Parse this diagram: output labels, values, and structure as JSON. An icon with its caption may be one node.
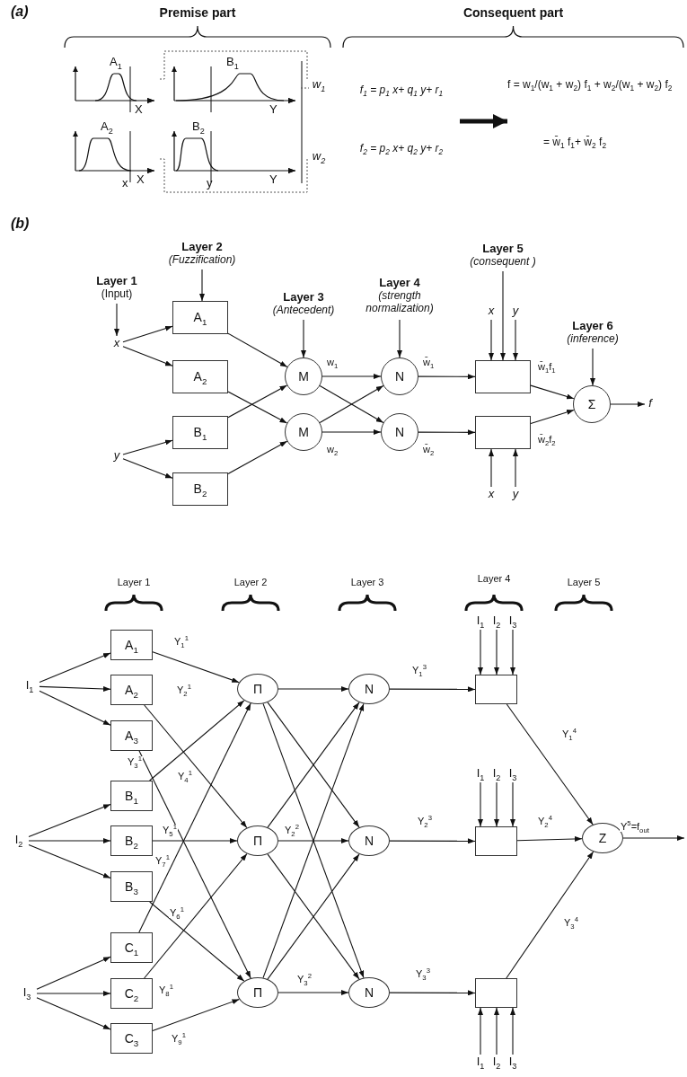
{
  "diagram": {
    "nodes": [
      {
        "text": [
          "Premise part"
        ]
      },
      {
        "text": [
          "A$_{1}$",
          "X"
        ],
        "in": 0
      },
      {
        "text": [
          "B$_{1}$",
          "Y"
        ],
        "in": 0
      },
      {
        "text": [
          "A$_{2}$",
          "x",
          "X"
        ],
        "in": 0
      },
      {
        "text": [
          "B$_{2}$",
          "y",
          "Y"
        ],
        "in": 0
      },
      {
        "text": [
          "w$_{1}$"
        ],
        "in": 0
      },
      {
        "text": [
          "w$_{2}$"
        ],
        "in": 0
      },
      {
        "text": [
          "Consequent part"
        ]
      },
      {
        "text": [
          "f$_{1}$ = p$_{1}$ x+ q$_{1}$ y+ r$_{1}$"
        ],
        "in": 7
      },
      {
        "text": [
          "f$_{2}$ = p$_{2}$ x+ q$_{2}$ y+ r$_{2}$"
        ],
        "in": 7
      },
      {
        "text": [
          "f = w$_{1}$/(w$_{1}$ + w$_{2}$) f$_{1}$ + w$_{2}$/(w$_{1}$ + w$_{2}$) f$_{2}$",
          "= w̄$_{1}$ f$_{1}$+ w̄$_{2}$ f$_{2}$"
        ],
        "in": 7
      },
      {
        "text": [
          "Layer 1",
          "(Input)"
        ]
      },
      {
        "text": [
          "x"
        ]
      },
      {
        "text": [
          "y"
        ]
      },
      {
        "text": [
          "Layer 2",
          "(Fuzzification)"
        ]
      },
      {
        "text": [
          "A$_{1}$"
        ]
      },
      {
        "text": [
          "A$_{2}$"
        ]
      },
      {
        "text": [
          "B$_{1}$"
        ]
      },
      {
        "text": [
          "B$_{2}$"
        ]
      },
      {
        "text": [
          "Layer 3",
          "(Antecedent)"
        ]
      },
      {
        "text": [
          "M"
        ]
      },
      {
        "text": [
          "M"
        ]
      },
      {
        "text": [
          "Layer 4",
          "(strength normalization)"
        ]
      },
      {
        "text": [
          "N"
        ]
      },
      {
        "text": [
          "N"
        ]
      },
      {
        "text": [
          "Layer 5",
          "(consequent )"
        ]
      },
      {
        "text": [
          "x"
        ]
      },
      {
        "text": [
          "y"
        ]
      },
      {
        "text": [],
        "shape": "box"
      },
      {
        "text": [],
        "shape": "box"
      },
      {
        "text": [
          "x"
        ]
      },
      {
        "text": [
          "y"
        ]
      },
      {
        "text": [
          "Layer 6",
          "(inference)"
        ]
      },
      {
        "text": [
          "Σ"
        ]
      },
      {
        "text": [
          "f"
        ]
      },
      {
        "text": [
          "I$_{1}$"
        ]
      },
      {
        "text": [
          "I$_{2}$"
        ]
      },
      {
        "text": [
          "I$_{3}$"
        ]
      },
      {
        "text": [
          "A$_{1}$"
        ]
      },
      {
        "text": [
          "A$_{2}$"
        ]
      },
      {
        "text": [
          "A$_{3}$"
        ]
      },
      {
        "text": [
          "B$_{1}$"
        ]
      },
      {
        "text": [
          "B$_{2}$"
        ]
      },
      {
        "text": [
          "B$_{3}$"
        ]
      },
      {
        "text": [
          "C$_{1}$"
        ]
      },
      {
        "text": [
          "C$_{2}$"
        ]
      },
      {
        "text": [
          "C$_{3}$"
        ]
      },
      {
        "text": [
          "Π"
        ]
      },
      {
        "text": [
          "Π"
        ]
      },
      {
        "text": [
          "Π"
        ]
      },
      {
        "text": [
          "N"
        ]
      },
      {
        "text": [
          "N"
        ]
      },
      {
        "text": [
          "N"
        ]
      },
      {
        "text": [
          "I$_{1}$"
        ]
      },
      {
        "text": [
          "I$_{2}$"
        ]
      },
      {
        "text": [
          "I$_{3}$"
        ]
      },
      {
        "text": [],
        "shape": "box"
      },
      {
        "text": [
          "I$_{1}$"
        ]
      },
      {
        "text": [
          "I$_{2}$"
        ]
      },
      {
        "text": [
          "I$_{3}$"
        ]
      },
      {
        "text": [],
        "shape": "box"
      },
      {
        "text": [],
        "shape": "box"
      },
      {
        "text": [
          "I$_{1}$"
        ]
      },
      {
        "text": [
          "I$_{2}$"
        ]
      },
      {
        "text": [
          "I$_{3}$"
        ]
      },
      {
        "text": [
          "Z"
        ]
      }
    ],
    "edges": [
      {
        "from": null,
        "to": 10,
        "arrow": "to",
        "style": "thick"
      },
      {
        "from": 11,
        "to": 12,
        "arrow": "to"
      },
      {
        "from": 12,
        "to": 15,
        "arrow": "to"
      },
      {
        "from": 12,
        "to": 16,
        "arrow": "to"
      },
      {
        "from": 13,
        "to": 17,
        "arrow": "to"
      },
      {
        "from": 13,
        "to": 18,
        "arrow": "to"
      },
      {
        "from": 14,
        "to": 15,
        "arrow": "to"
      },
      {
        "from": 15,
        "to": 20,
        "arrow": "to"
      },
      {
        "from": 16,
        "to": 21,
        "arrow": "to"
      },
      {
        "from": 17,
        "to": 20,
        "arrow": "to"
      },
      {
        "from": 18,
        "to": 21,
        "arrow": "to"
      },
      {
        "from": 19,
        "to": 20,
        "arrow": "to"
      },
      {
        "from": 20,
        "to": 23,
        "arrow": "to",
        "label": "w$_{1}$"
      },
      {
        "from": 20,
        "to": 24,
        "arrow": "to"
      },
      {
        "from": 21,
        "to": 23,
        "arrow": "to"
      },
      {
        "from": 21,
        "to": 24,
        "arrow": "to",
        "label": "w$_{2}$"
      },
      {
        "from": 22,
        "to": 23,
        "arrow": "to"
      },
      {
        "from": 23,
        "to": 28,
        "arrow": "to",
        "label": "w̄$_{1}$"
      },
      {
        "from": 24,
        "to": 29,
        "arrow": "to",
        "label": "w̄$_{2}$"
      },
      {
        "from": 25,
        "to": 28,
        "arrow": "to"
      },
      {
        "from": 26,
        "to": 28,
        "arrow": "to"
      },
      {
        "from": 27,
        "to": 28,
        "arrow": "to"
      },
      {
        "from": 30,
        "to": 29,
        "arrow": "to"
      },
      {
        "from": 31,
        "to": 29,
        "arrow": "to"
      },
      {
        "from": 28,
        "to": 33,
        "arrow": "to",
        "label": "w̄$_{1}$f$_{1}$"
      },
      {
        "from": 29,
        "to": 33,
        "arrow": "to",
        "label": "w̄$_{2}$f$_{2}$"
      },
      {
        "from": 32,
        "to": 33,
        "arrow": "to"
      },
      {
        "from": 33,
        "to": 34,
        "arrow": "to"
      },
      {
        "from": 35,
        "to": 38,
        "arrow": "to"
      },
      {
        "from": 35,
        "to": 39,
        "arrow": "to"
      },
      {
        "from": 35,
        "to": 40,
        "arrow": "to"
      },
      {
        "from": 36,
        "to": 41,
        "arrow": "to"
      },
      {
        "from": 36,
        "to": 42,
        "arrow": "to"
      },
      {
        "from": 36,
        "to": 43,
        "arrow": "to"
      },
      {
        "from": 37,
        "to": 44,
        "arrow": "to"
      },
      {
        "from": 37,
        "to": 45,
        "arrow": "to"
      },
      {
        "from": 37,
        "to": 46,
        "arrow": "to"
      },
      {
        "from": 38,
        "to": 47,
        "arrow": "to",
        "label": "Y$_{1}$$^{1}$"
      },
      {
        "from": 39,
        "to": 48,
        "arrow": "to",
        "label": "Y$_{2}$$^{1}$"
      },
      {
        "from": 40,
        "to": 49,
        "arrow": "to",
        "label": "Y$_{3}$$^{1}$"
      },
      {
        "from": 41,
        "to": 47,
        "arrow": "to",
        "label": "Y$_{4}$$^{1}$"
      },
      {
        "from": 42,
        "to": 48,
        "arrow": "to",
        "label": "Y$_{5}$$^{1}$"
      },
      {
        "from": 43,
        "to": 49,
        "arrow": "to",
        "label": "Y$_{6}$$^{1}$"
      },
      {
        "from": 44,
        "to": 47,
        "arrow": "to",
        "label": "Y$_{7}$$^{1}$"
      },
      {
        "from": 45,
        "to": 48,
        "arrow": "to",
        "label": "Y$_{8}$$^{1}$"
      },
      {
        "from": 46,
        "to": 49,
        "arrow": "to",
        "label": "Y$_{9}$$^{1}$"
      },
      {
        "from": 47,
        "to": 50,
        "arrow": "to"
      },
      {
        "from": 47,
        "to": 51,
        "arrow": "to"
      },
      {
        "from": 47,
        "to": 52,
        "arrow": "to"
      },
      {
        "from": 48,
        "to": 50,
        "arrow": "to"
      },
      {
        "from": 48,
        "to": 51,
        "arrow": "to",
        "label": "Y$_{2}$$^{2}$"
      },
      {
        "from": 48,
        "to": 52,
        "arrow": "to"
      },
      {
        "from": 49,
        "to": 50,
        "arrow": "to"
      },
      {
        "from": 49,
        "to": 51,
        "arrow": "to"
      },
      {
        "from": 49,
        "to": 52,
        "arrow": "to",
        "label": "Y$_{3}$$^{2}$"
      },
      {
        "from": 50,
        "to": 56,
        "arrow": "to",
        "label": "Y$_{1}$$^{3}$"
      },
      {
        "from": 51,
        "to": 60,
        "arrow": "to",
        "label": "Y$_{2}$$^{3}$"
      },
      {
        "from": 52,
        "to": 61,
        "arrow": "to",
        "label": "Y$_{3}$$^{3}$"
      },
      {
        "from": 53,
        "to": 56,
        "arrow": "to"
      },
      {
        "from": 54,
        "to": 56,
        "arrow": "to"
      },
      {
        "from": 55,
        "to": 56,
        "arrow": "to"
      },
      {
        "from": 57,
        "to": 60,
        "arrow": "to"
      },
      {
        "from": 58,
        "to": 60,
        "arrow": "to"
      },
      {
        "from": 59,
        "to": 60,
        "arrow": "to"
      },
      {
        "from": 62,
        "to": 61,
        "arrow": "to"
      },
      {
        "from": 63,
        "to": 61,
        "arrow": "to"
      },
      {
        "from": 64,
        "to": 61,
        "arrow": "to"
      },
      {
        "from": 56,
        "to": 65,
        "arrow": "to",
        "label": "Y$_{1}$$^{4}$"
      },
      {
        "from": 60,
        "to": 65,
        "arrow": "to",
        "label": "Y$_{2}$$^{4}$"
      },
      {
        "from": 61,
        "to": 65,
        "arrow": "to",
        "label": "Y$_{3}$$^{4}$"
      },
      {
        "from": 65,
        "to": null,
        "arrow": "to",
        "label": "Y$^{5}$=f$_{out}$"
      },
      {
        "from": 1,
        "to": 5,
        "arrow": "none",
        "style": "dashed"
      },
      {
        "from": 2,
        "to": 5,
        "arrow": "none",
        "style": "dashed"
      },
      {
        "from": 3,
        "to": 6,
        "arrow": "none",
        "style": "dashed"
      }
    ],
    "labels": [
      "(a)",
      "(b)",
      "Layer 1",
      "Layer 2",
      "Layer 3",
      "Layer 4",
      "Layer 5"
    ]
  }
}
